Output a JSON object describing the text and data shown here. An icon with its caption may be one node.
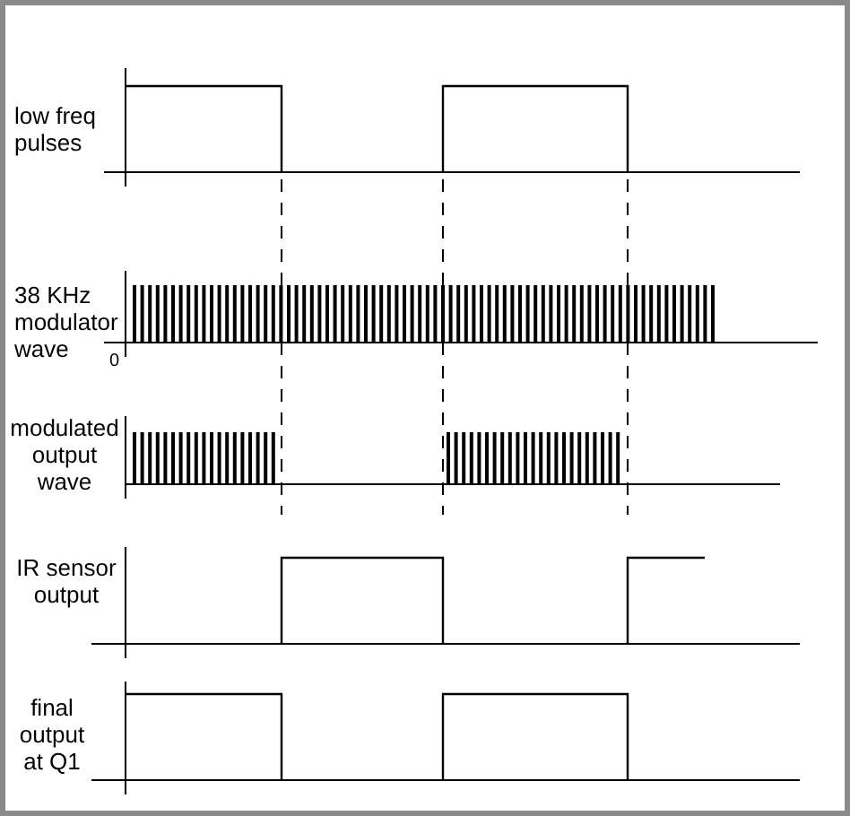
{
  "diagram": {
    "labels": [
      "low freq pulses",
      "38 KHz modulator wave",
      "0",
      "modulated output wave",
      "IR sensor output",
      "final output at Q1"
    ]
  }
}
